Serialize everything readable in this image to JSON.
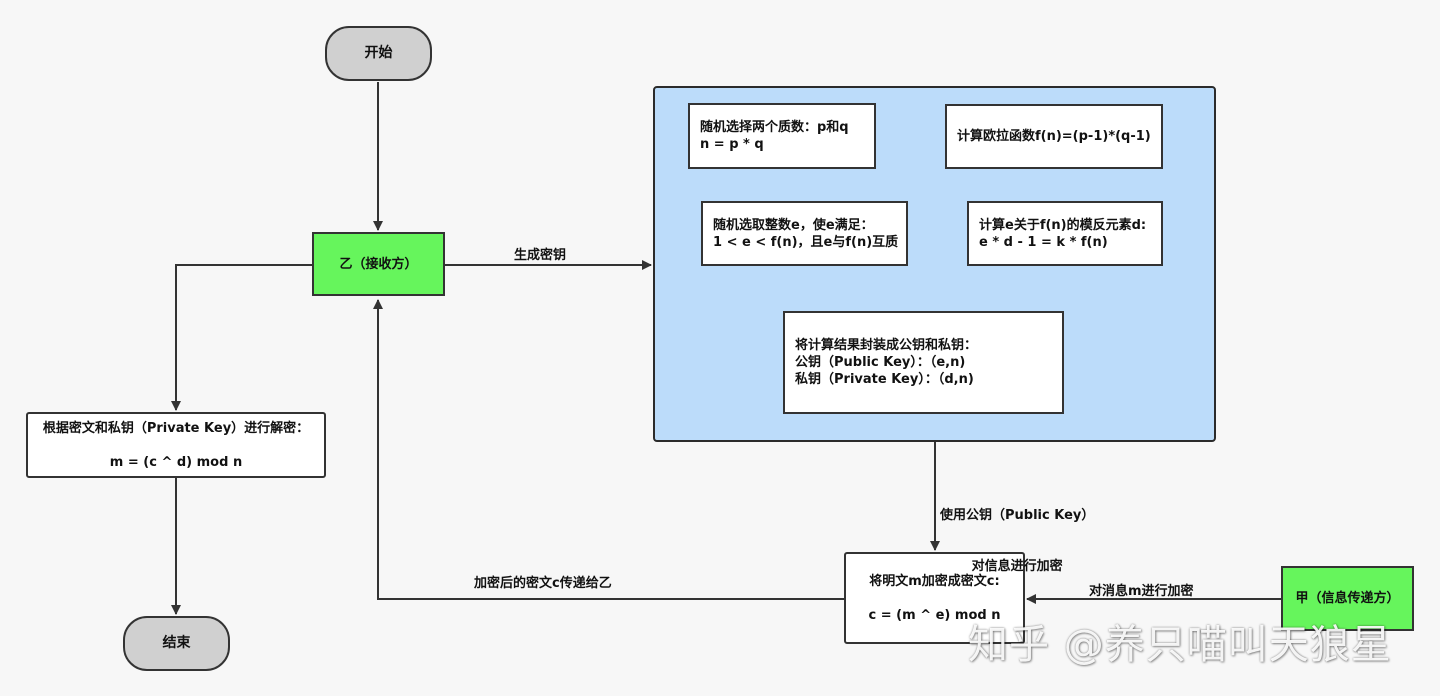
{
  "nodes": {
    "start": "开始",
    "receiver": "乙（接收方）",
    "choose_primes": [
      "随机选择两个质数：p和q",
      "n = p * q"
    ],
    "euler": "计算欧拉函数f(n)=(p-1)*(q-1)",
    "choose_e": [
      "随机选取整数e，使e满足：",
      "1 < e < f(n)，且e与f(n)互质"
    ],
    "compute_d": [
      "计算e关于f(n)的模反元素d:",
      "e * d - 1 = k * f(n)"
    ],
    "package_keys": [
      "将计算结果封装成公钥和私钥：",
      "公钥（Public Key）：（e,n)",
      "私钥（Private Key）：（d,n)"
    ],
    "decrypt": [
      "根据密文和私钥（Private Key）进行解密：",
      "m = (c ^ d) mod n"
    ],
    "end": "结束",
    "encrypt": [
      "将明文m加密成密文c:",
      "c = (m ^ e) mod n"
    ],
    "sender": "甲（信息传递方）"
  },
  "edge_labels": {
    "generate_keys": "生成密钥",
    "use_public_key": [
      "使用公钥（Public Key）",
      "对信息进行加密"
    ],
    "send_cipher": "加密后的密文c传递给乙",
    "encrypt_message": "对消息m进行加密"
  },
  "watermark": "知乎 @养只喵叫天狼星",
  "colors": {
    "receiver_fill": "#66f55c",
    "sender_fill": "#66f55c",
    "container_fill": "#bcdcfa",
    "terminal_fill": "#d0d0d0",
    "edge_color": "#333333"
  }
}
